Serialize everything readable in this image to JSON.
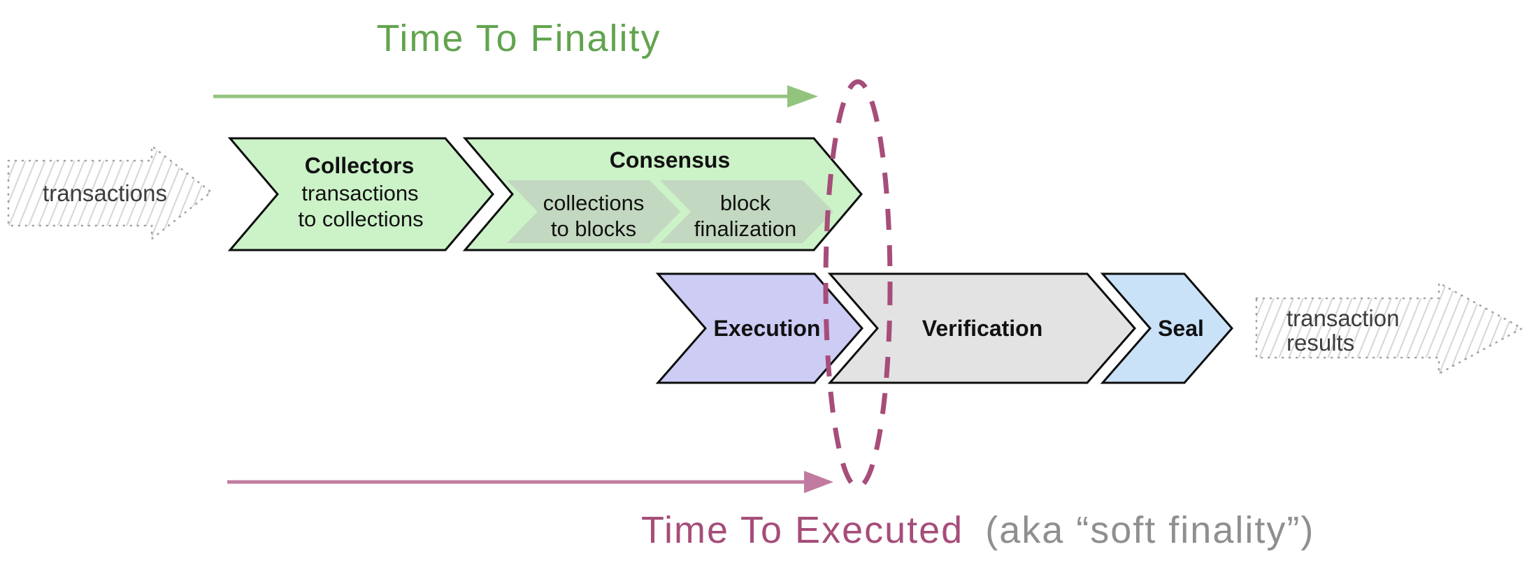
{
  "titles": {
    "finality": "Time To Finality",
    "executed": "Time To Executed",
    "executed_note": "(aka “soft finality”)"
  },
  "colors": {
    "finality_title": "#62a44f",
    "finality_arrow": "#93c47d",
    "executed_title": "#a64d79",
    "executed_note": "#8f8f8f",
    "executed_arrow": "#c27ba0",
    "boundary_ellipse": "#a64d79",
    "stage_green": "#ccf2c8",
    "substage_green": "#c3d8c0",
    "stage_purple": "#ccccf5",
    "stage_gray": "#e3e3e3",
    "stage_blue": "#cae2f8"
  },
  "input_arrow": {
    "label": "transactions"
  },
  "output_arrow": {
    "line1": "transaction",
    "line2": "results"
  },
  "stages": {
    "collectors": {
      "title": "Collectors",
      "line1": "transactions",
      "line2": "to collections"
    },
    "consensus": {
      "title": "Consensus"
    },
    "sub_collections": {
      "line1": "collections",
      "line2": "to blocks"
    },
    "sub_finalization": {
      "line1": "block",
      "line2": "finalization"
    },
    "execution": {
      "title": "Execution"
    },
    "verification": {
      "title": "Verification"
    },
    "seal": {
      "title": "Seal"
    }
  }
}
